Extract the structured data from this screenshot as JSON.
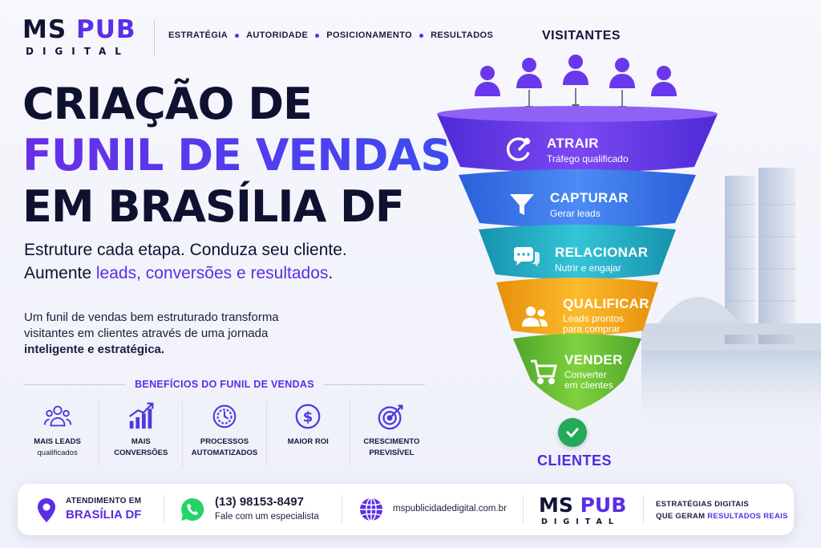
{
  "brand": {
    "logo_main_a": "MS",
    "logo_main_b": "PUB",
    "logo_sub": "DIGITAL"
  },
  "nav": [
    "ESTRATÉGIA",
    "AUTORIDADE",
    "POSICIONAMENTO",
    "RESULTADOS"
  ],
  "headline": {
    "line1": "CRIAÇÃO DE",
    "line2": "FUNIL DE VENDAS",
    "line3": "EM BRASÍLIA DF"
  },
  "subheadline": {
    "line1": "Estruture cada etapa. Conduza seu cliente.",
    "line2_prefix": "Aumente ",
    "line2_accent": "leads, conversões e resultados",
    "line2_suffix": "."
  },
  "paragraph": {
    "text": "Um funil de vendas bem estruturado transforma visitantes em clientes através de uma jornada",
    "bold": "inteligente e estratégica."
  },
  "benefits": {
    "title": "BENEFÍCIOS DO FUNIL DE VENDAS",
    "items": [
      {
        "icon": "team-icon",
        "line1": "MAIS LEADS",
        "line2": "qualificados"
      },
      {
        "icon": "growth-chart-icon",
        "line1": "MAIS",
        "line2": "CONVERSÕES"
      },
      {
        "icon": "gear-clock-icon",
        "line1": "PROCESSOS",
        "line2": "AUTOMATIZADOS"
      },
      {
        "icon": "dollar-icon",
        "line1": "MAIOR ROI",
        "line2": ""
      },
      {
        "icon": "target-icon",
        "line1": "CRESCIMENTO",
        "line2": "PREVISÍVEL"
      }
    ]
  },
  "funnel": {
    "top_label": "VISITANTES",
    "stages": [
      {
        "title": "ATRAIR",
        "subtitle": "Tráfego qualificado",
        "color": "#6a38ec",
        "icon": "magnet-icon"
      },
      {
        "title": "CAPTURAR",
        "subtitle": "Gerar leads",
        "color": "#3f7cf0",
        "icon": "filter-icon"
      },
      {
        "title": "RELACIONAR",
        "subtitle": "Nutrir e engajar",
        "color": "#25b3c9",
        "icon": "chat-icon"
      },
      {
        "title": "QUALIFICAR",
        "subtitle": "Leads prontos para comprar",
        "color": "#f5a81d",
        "icon": "users-icon"
      },
      {
        "title": "VENDER",
        "subtitle": "Converter em clientes",
        "color": "#6cc236",
        "icon": "cart-icon"
      }
    ],
    "bottom_label": "CLIENTES"
  },
  "footer": {
    "location_label": "ATENDIMENTO EM",
    "location_value": "BRASÍLIA DF",
    "phone": "(13) 98153-8497",
    "phone_caption": "Fale com um especialista",
    "website": "mspublicidadedigital.com.br",
    "tagline_line1": "ESTRATÉGIAS DIGITAIS",
    "tagline_line2_prefix": "QUE GERAM ",
    "tagline_line2_accent": "RESULTADOS REAIS"
  },
  "colors": {
    "accent": "#5b2ee6",
    "dark": "#0e1230",
    "success": "#22a95a",
    "whatsapp": "#25d366"
  }
}
